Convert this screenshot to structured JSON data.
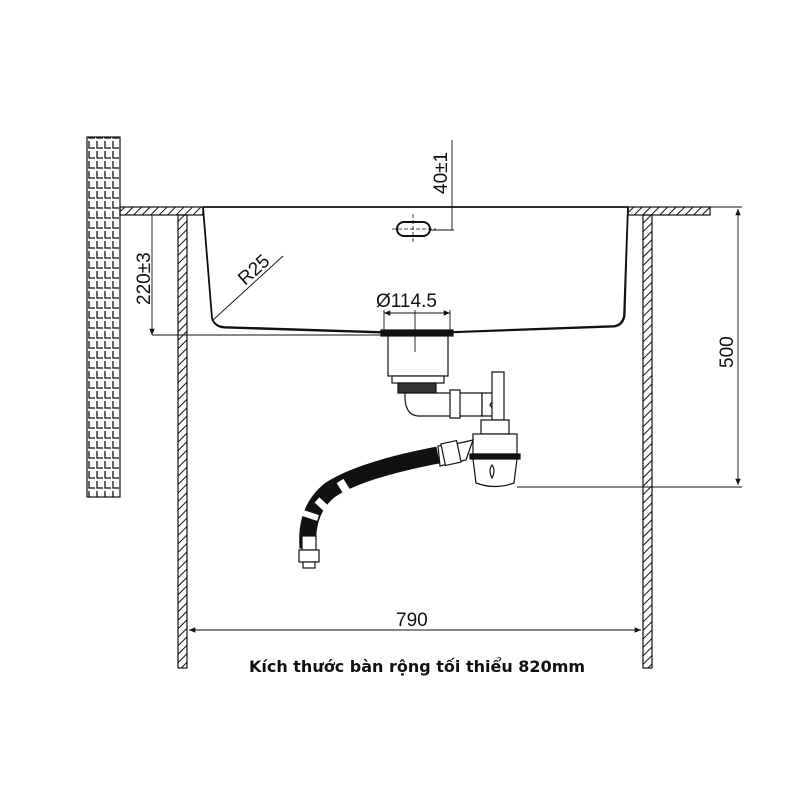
{
  "dimensions": {
    "tap_hole_offset": "40±1",
    "radius": "R25",
    "bowl_depth": "220±3",
    "drain_diameter": "Ø114.5",
    "total_height": "500",
    "inner_width": "790"
  },
  "caption": "Kích thước bàn rộng tối thiểu 820mm",
  "colors": {
    "line": "#111111",
    "background": "#ffffff"
  }
}
